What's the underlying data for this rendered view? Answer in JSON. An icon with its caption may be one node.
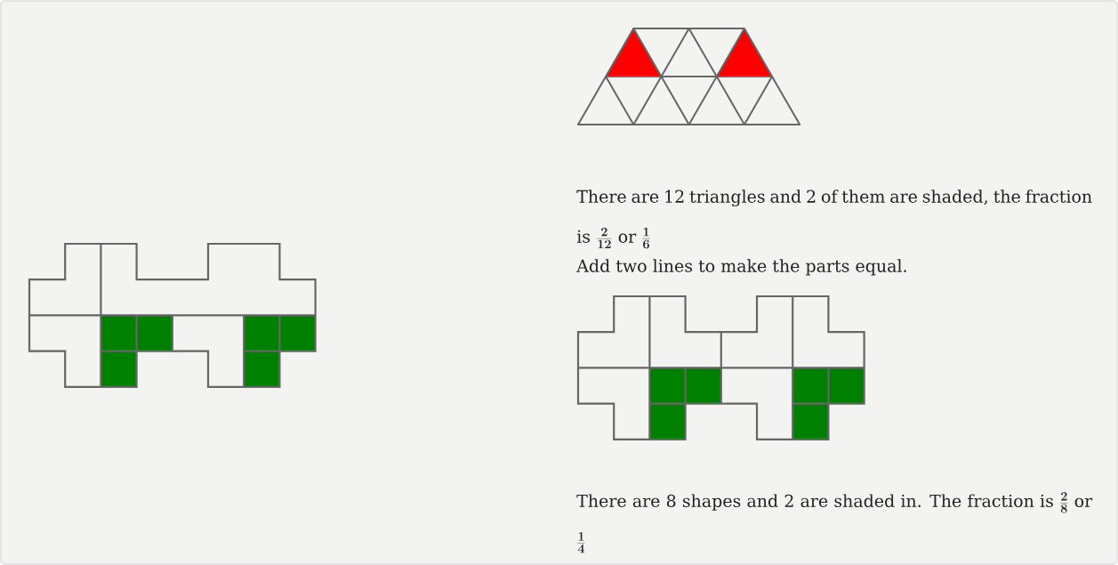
{
  "diagram": {
    "labels": [
      "There are 12 triangles and 2 of them are shaded, the fraction is",
      "\\frac{2}{12}",
      "or",
      "\\frac{1}{6}",
      "Add two lines to make the parts equal.",
      "There are 8 shapes and 2 are shaded in. The fraction is",
      "\\frac{2}{8}",
      "or",
      "\\frac{1}{4}"
    ]
  }
}
